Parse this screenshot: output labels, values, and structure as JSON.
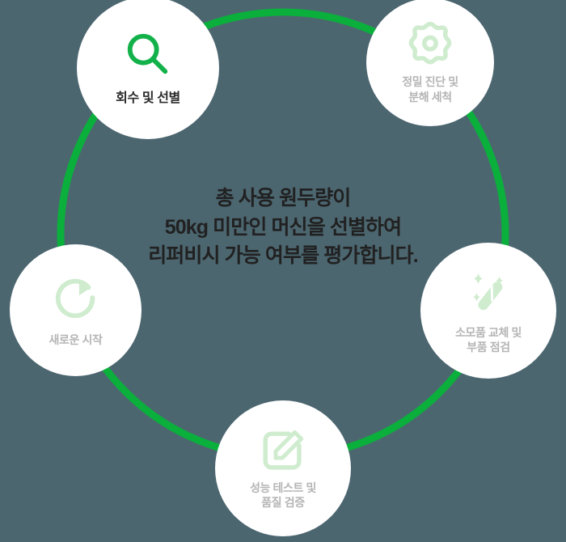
{
  "diagram": {
    "type": "cycle",
    "background_color": "#4c6670",
    "ring_color": "#0aaf3c",
    "node_fill_color": "#ffffff",
    "active_icon_color": "#12b14a",
    "idle_icon_color": "#cfeccf",
    "active_label_color": "#2b2b2b",
    "idle_label_color": "#b5b5b5",
    "center_text_color": "#212121"
  },
  "center": {
    "line1": "총 사용 원두량이",
    "line2": "50kg 미만인 머신을 선별하여",
    "line3": "리퍼비시 가능 여부를 평가합니다.",
    "text": "총 사용 원두량이\n50kg 미만인 머신을 선별하여\n리퍼비시 가능 여부를 평가합니다."
  },
  "nodes": [
    {
      "id": "recover",
      "label": "회수 및 선별",
      "icon": "search-icon",
      "state": "active",
      "order": 1
    },
    {
      "id": "diagnose",
      "label": "정밀 진단 및\n분해 세척",
      "icon": "gear-icon",
      "state": "idle",
      "order": 2
    },
    {
      "id": "parts",
      "label": "소모품 교체 및\n부품 점검",
      "icon": "magic-wand-icon",
      "state": "idle",
      "order": 3
    },
    {
      "id": "quality",
      "label": "성능 테스트 및\n품질 검증",
      "icon": "edit-square-icon",
      "state": "idle",
      "order": 4
    },
    {
      "id": "restart",
      "label": "새로운 시작",
      "icon": "refresh-icon",
      "state": "idle",
      "order": 5
    }
  ]
}
